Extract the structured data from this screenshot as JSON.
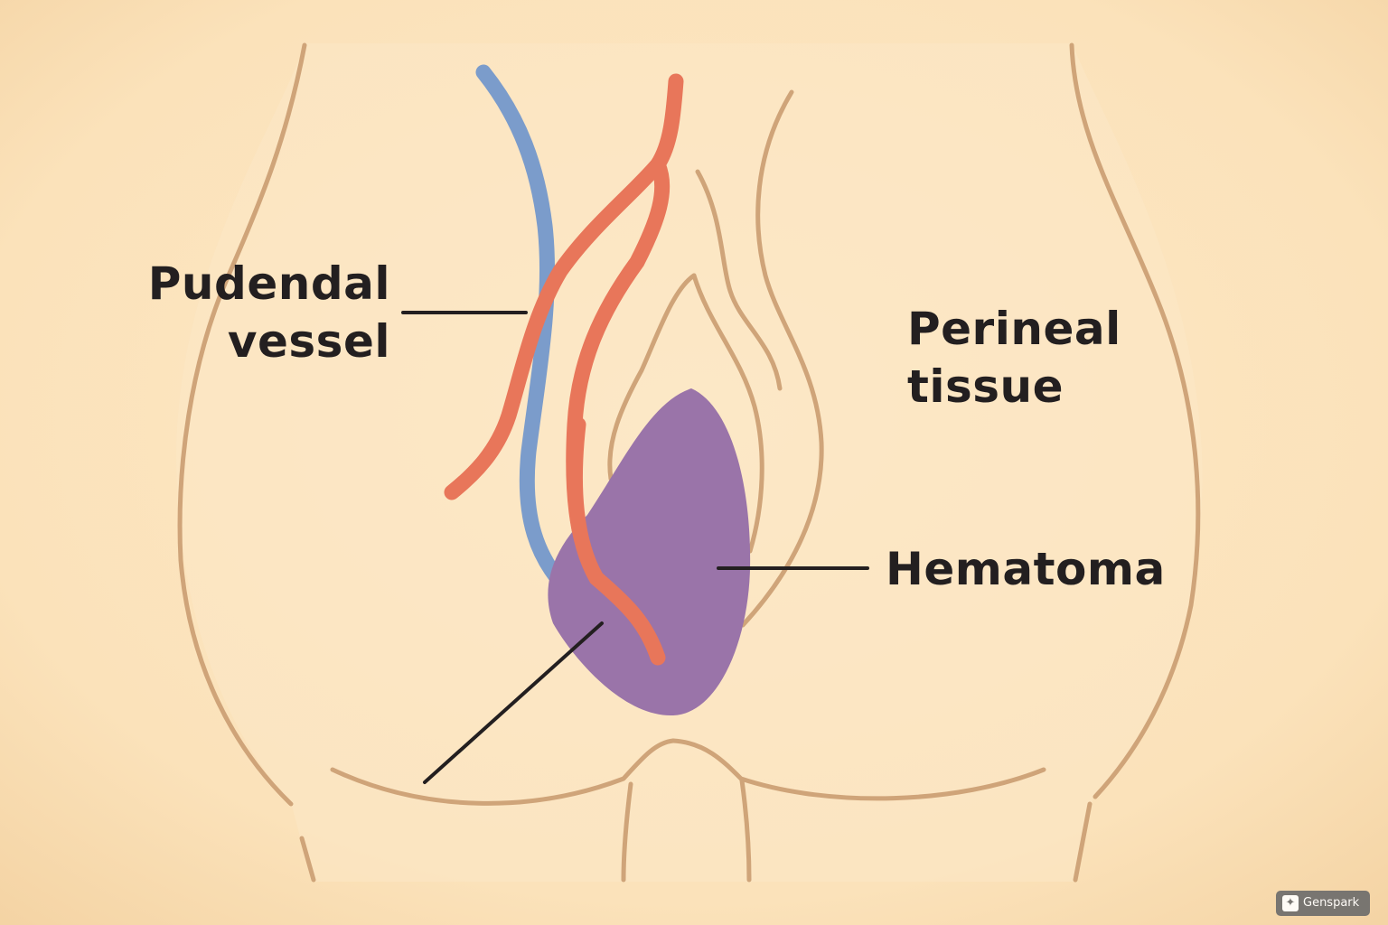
{
  "labels": {
    "pudendal": {
      "line1": "Pudendal",
      "line2": "vessel"
    },
    "perineal": {
      "line1": "Perineal",
      "line2": "tissue"
    },
    "hematoma": "Hematoma"
  },
  "watermark": {
    "text": "Genspark",
    "icon": "genspark-logo-icon"
  },
  "colors": {
    "background": "#fbe3bc",
    "outline": "#cfa479",
    "artery": "#e8765a",
    "vein": "#7b9ccb",
    "hematoma": "#9a74a9",
    "leader_line": "#231f20"
  }
}
